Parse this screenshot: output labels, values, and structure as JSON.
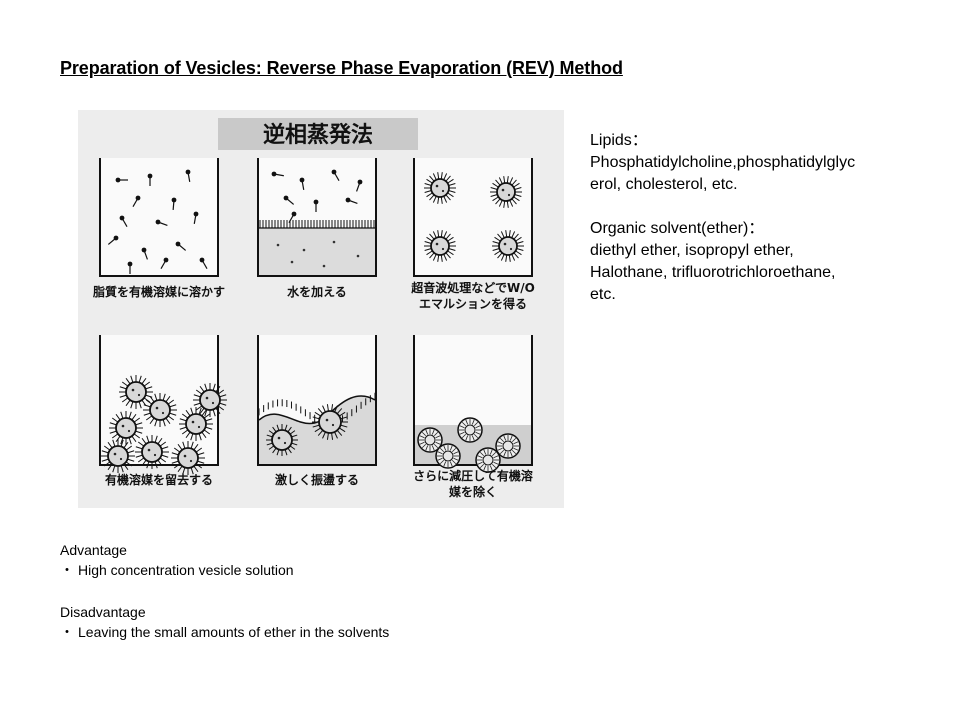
{
  "title": "Preparation of  Vesicles: Reverse Phase Evaporation (REV) Method",
  "figure": {
    "header": "逆相蒸発法",
    "captions": [
      [
        "脂質を有機溶媒に溶かす"
      ],
      [
        "水を加える"
      ],
      [
        "超音波処理などでW/O",
        "エマルションを得る"
      ],
      [
        "有機溶媒を留去する"
      ],
      [
        "激しく振盪する"
      ],
      [
        "さらに減圧して有機溶",
        "媒を除く"
      ]
    ]
  },
  "info": {
    "lipids_heading": "Lipids：",
    "lipids_line1": "Phosphatidylcholine,phosphatidylglyc",
    "lipids_line2": "erol, cholesterol, etc.",
    "solvent_heading": "Organic solvent(ether)：",
    "solvent_line1": "diethyl ether, isopropyl ether,",
    "solvent_line2": "Halothane, trifluorotrichloroethane,",
    "solvent_line3": "etc."
  },
  "advantage": {
    "heading": "Advantage",
    "bullet": "・",
    "item": "High concentration  vesicle solution"
  },
  "disadvantage": {
    "heading": "Disadvantage",
    "bullet": "・",
    "item": "Leaving the small amounts of  ether in the solvents"
  }
}
